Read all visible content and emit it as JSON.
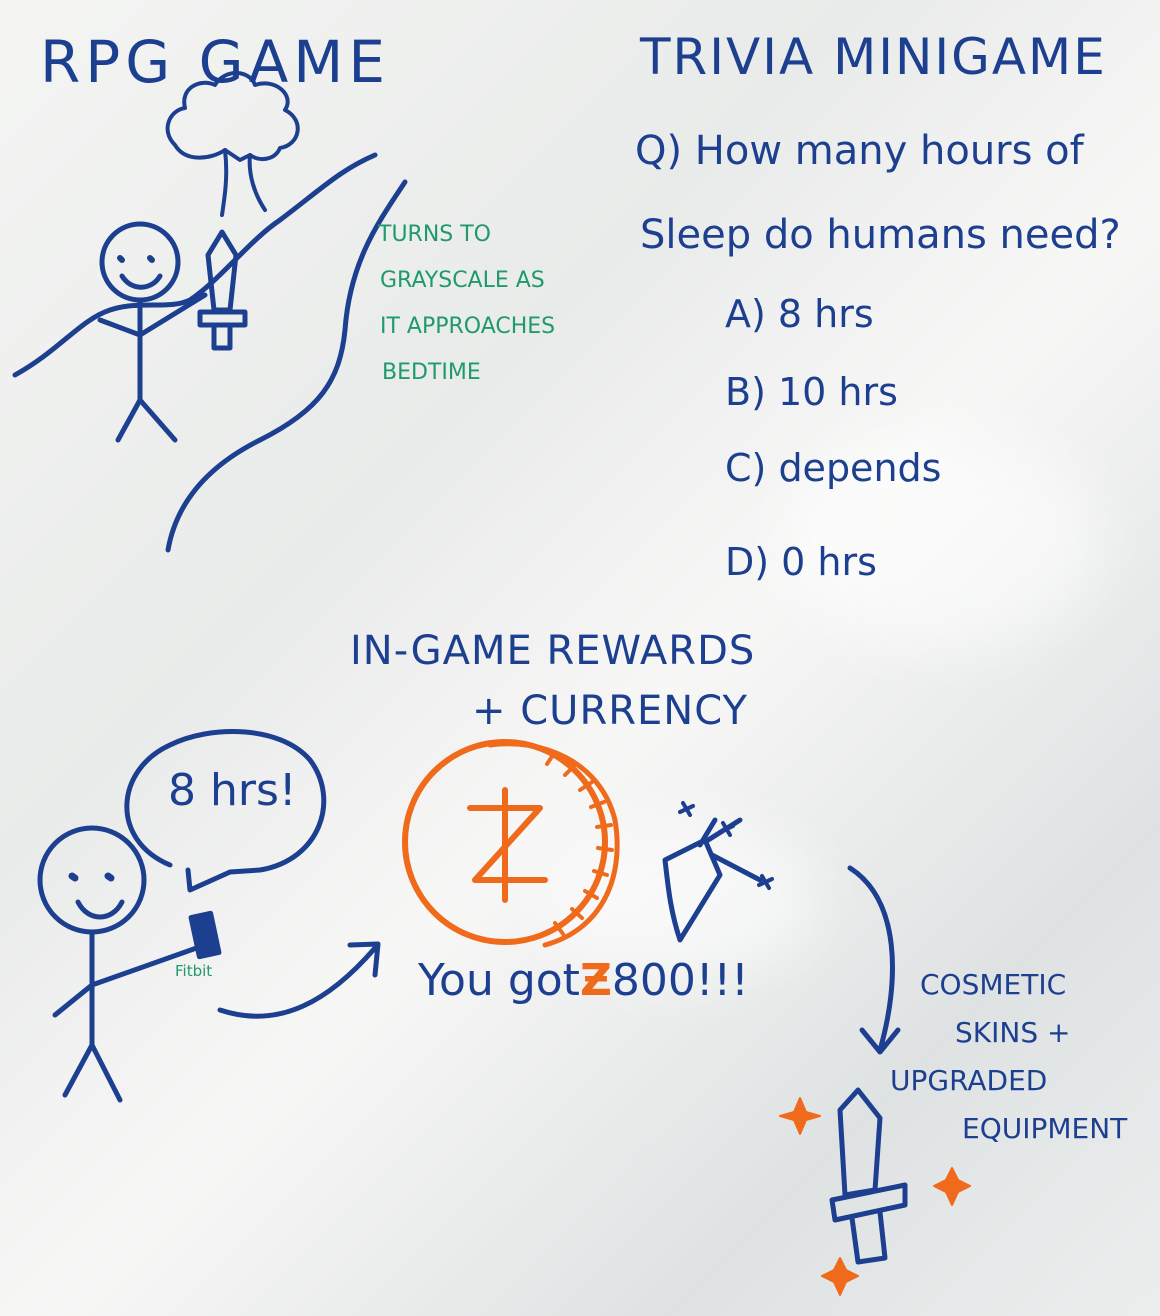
{
  "board": {
    "rpg_title": "RPG GAME",
    "trivia_title": "TRIVIA MINIGAME",
    "grayscale_note": [
      "TURNS TO",
      "GRAYSCALE AS",
      "IT APPROACHES",
      "BEDTIME"
    ],
    "question_line1": "Q) How many hours of",
    "question_line2": "Sleep do humans need?",
    "answers": [
      "A) 8 hrs",
      "B) 10 hrs",
      "C) depends",
      "D) 0 hrs"
    ],
    "rewards_title": "IN-GAME REWARDS",
    "currency_title": "+ CURRENCY",
    "speech": "8 hrs!",
    "device_label": "Fitbit",
    "you_got_prefix": "You got",
    "currency_symbol": "Ƶ",
    "you_got_amount": "800!!!",
    "cosmetic_note": [
      "COSMETIC",
      "SKINS +",
      "UPGRADED",
      "EQUIPMENT"
    ]
  },
  "colors": {
    "marker_blue": "#1c3f8f",
    "marker_green": "#1f9a6a",
    "marker_orange": "#f06a1c"
  }
}
